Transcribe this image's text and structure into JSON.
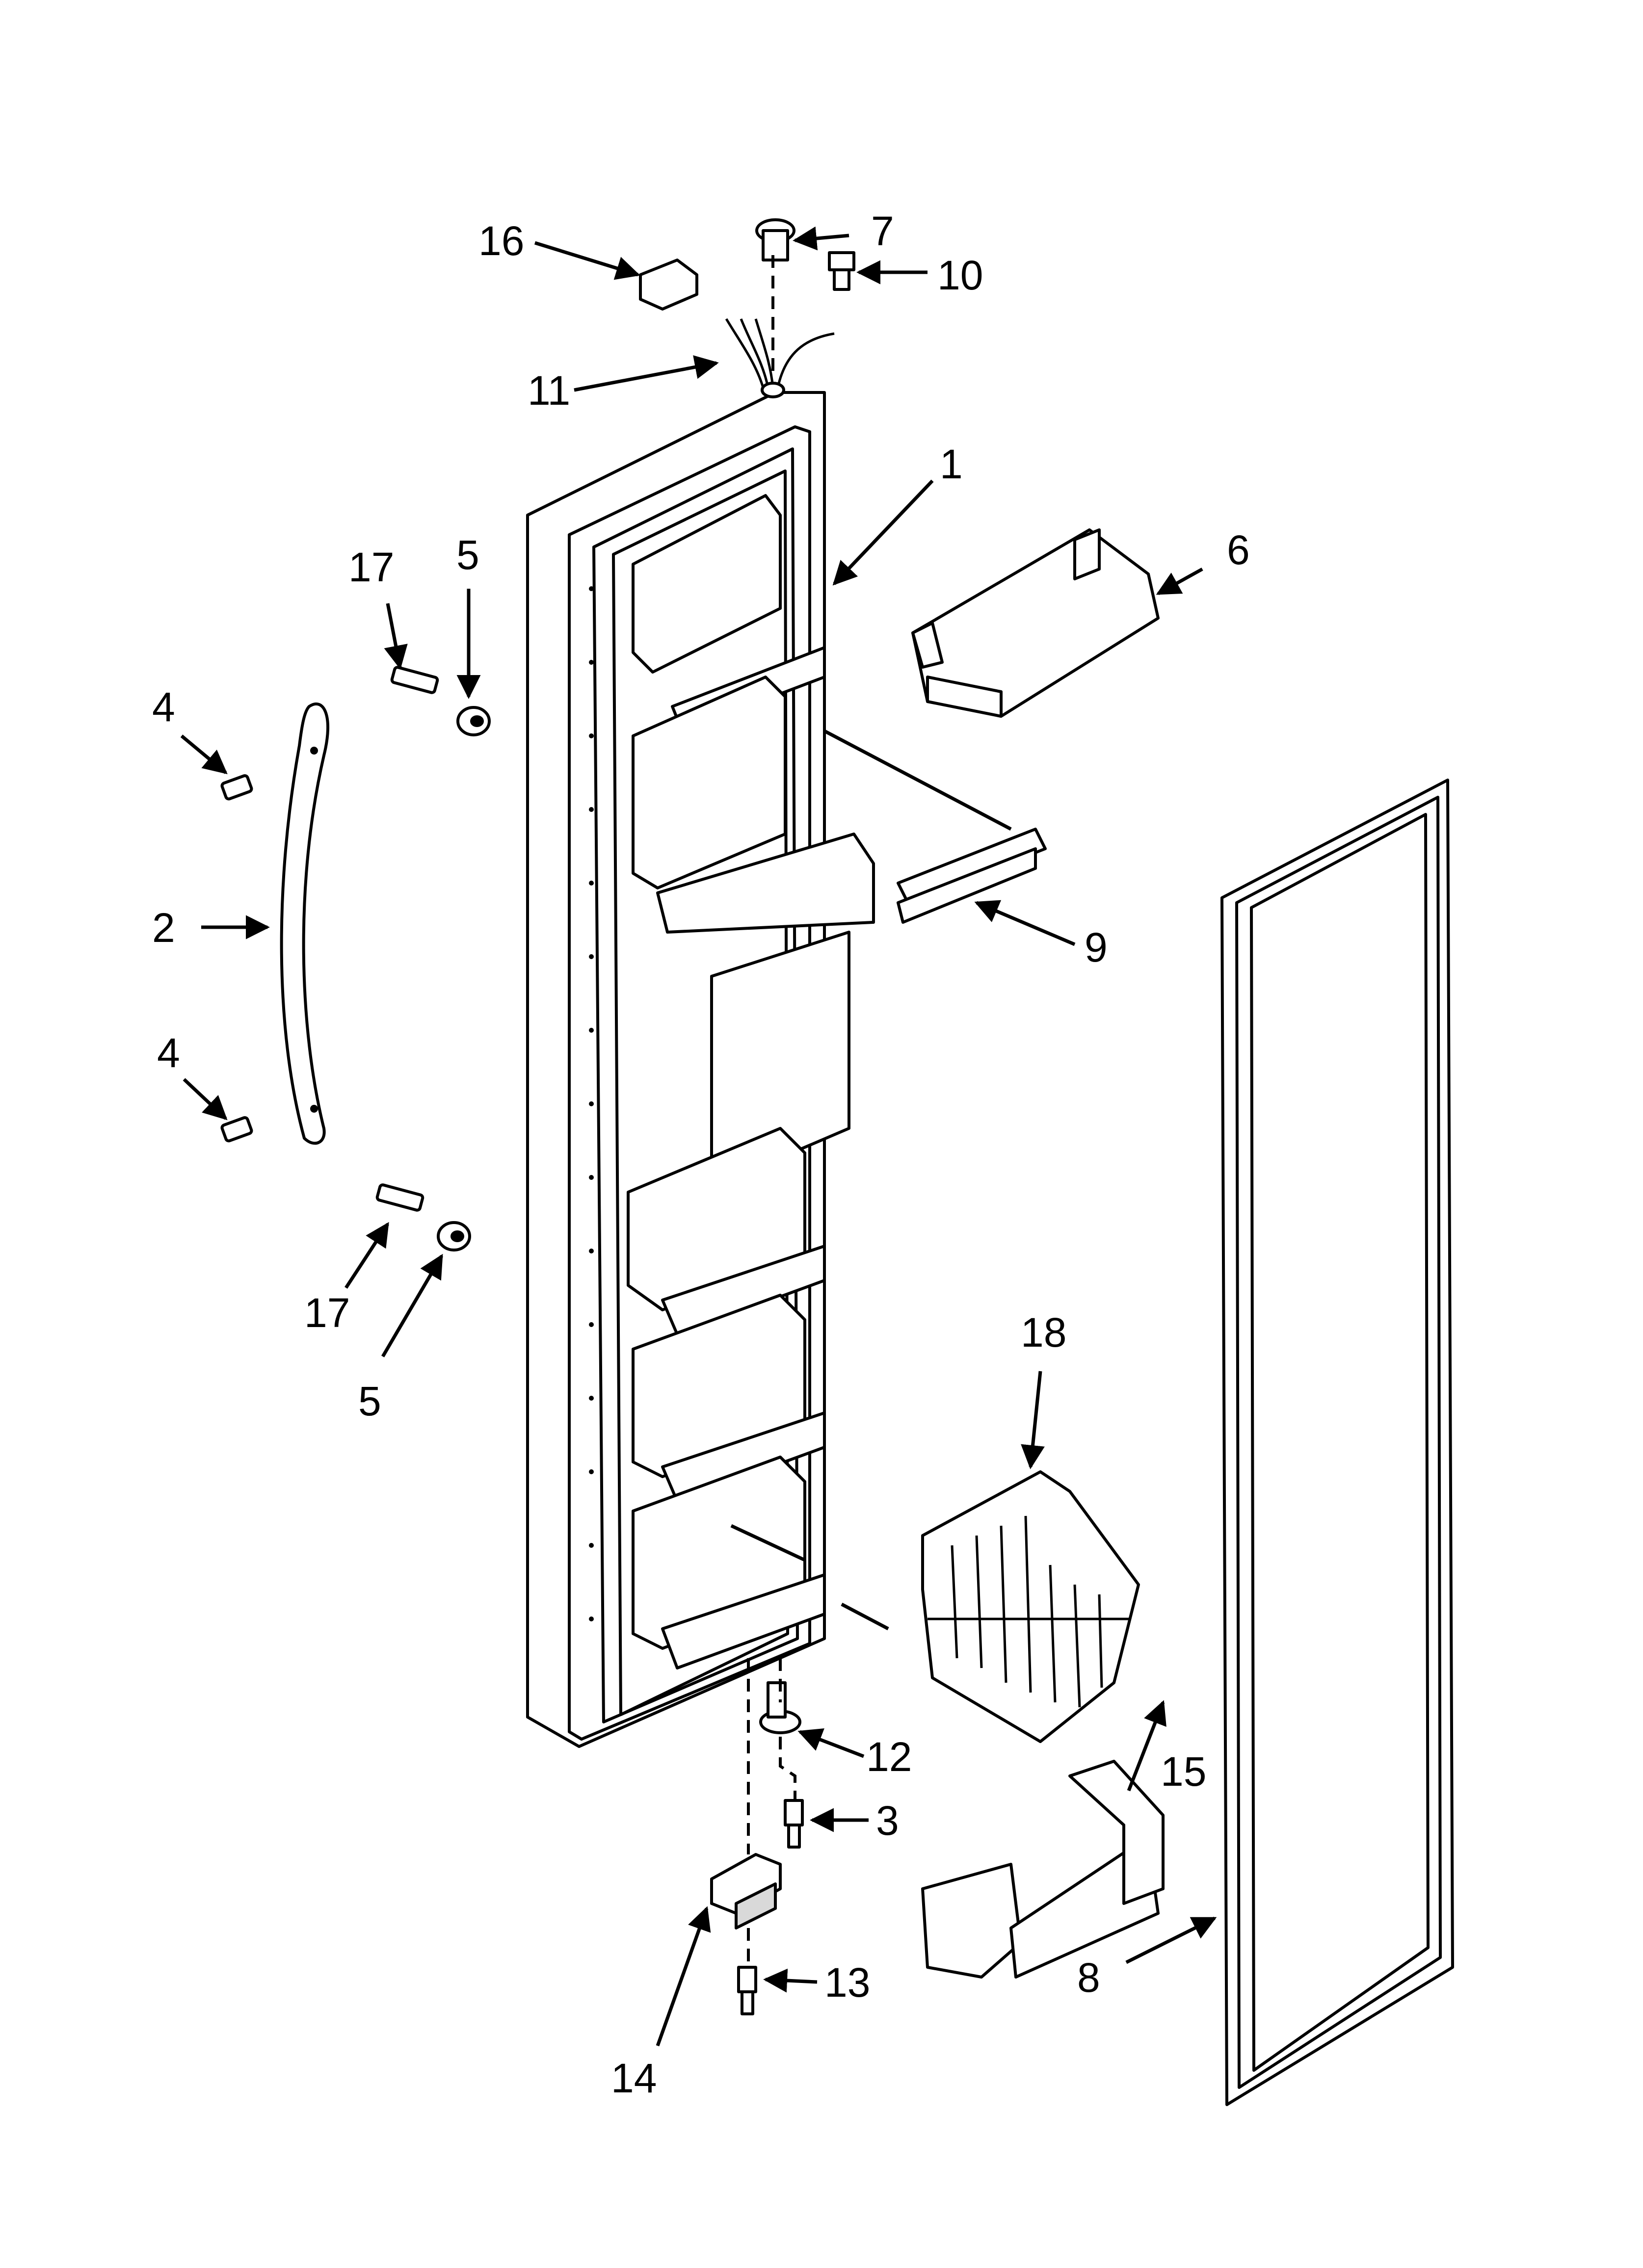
{
  "callouts": {
    "c1": "1",
    "c2": "2",
    "c3": "3",
    "c4a": "4",
    "c4b": "4",
    "c5a": "5",
    "c5b": "5",
    "c6": "6",
    "c7": "7",
    "c8": "8",
    "c9": "9",
    "c10": "10",
    "c11": "11",
    "c12": "12",
    "c13": "13",
    "c14": "14",
    "c15": "15",
    "c16": "16",
    "c17a": "17",
    "c17b": "17",
    "c18": "18"
  },
  "colors": {
    "ink": "#000000",
    "paper": "#ffffff",
    "shade": "#d9d9d9"
  }
}
